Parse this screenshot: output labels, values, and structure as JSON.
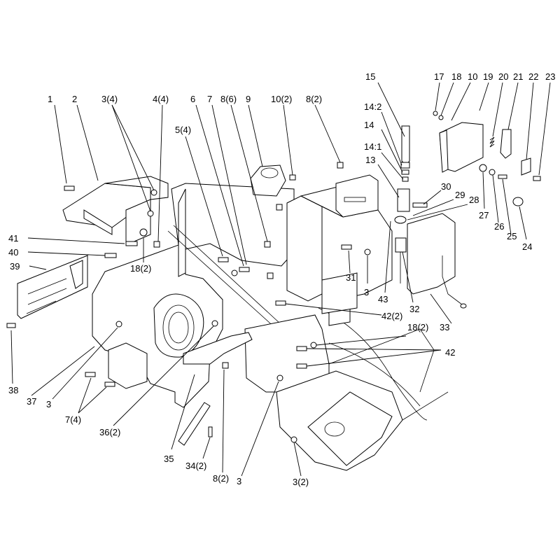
{
  "callouts": [
    {
      "id": "c1",
      "text": "1"
    },
    {
      "id": "c2",
      "text": "2"
    },
    {
      "id": "c3",
      "text": "3(4)"
    },
    {
      "id": "c4",
      "text": "4(4)"
    },
    {
      "id": "c5",
      "text": "5(4)"
    },
    {
      "id": "c6",
      "text": "6"
    },
    {
      "id": "c7",
      "text": "7"
    },
    {
      "id": "c8",
      "text": "8(6)"
    },
    {
      "id": "c9",
      "text": "9"
    },
    {
      "id": "c10",
      "text": "10(2)"
    },
    {
      "id": "c11",
      "text": "8(2)"
    },
    {
      "id": "c12",
      "text": "15"
    },
    {
      "id": "c13",
      "text": "14:2"
    },
    {
      "id": "c14",
      "text": "14"
    },
    {
      "id": "c15",
      "text": "14:1"
    },
    {
      "id": "c16",
      "text": "13"
    },
    {
      "id": "c17",
      "text": "17"
    },
    {
      "id": "c18",
      "text": "18"
    },
    {
      "id": "c19",
      "text": "10"
    },
    {
      "id": "c20",
      "text": "19"
    },
    {
      "id": "c21",
      "text": "20"
    },
    {
      "id": "c22",
      "text": "21"
    },
    {
      "id": "c23",
      "text": "22"
    },
    {
      "id": "c24",
      "text": "23"
    },
    {
      "id": "c25",
      "text": "30"
    },
    {
      "id": "c26",
      "text": "29"
    },
    {
      "id": "c27",
      "text": "28"
    },
    {
      "id": "c28",
      "text": "27"
    },
    {
      "id": "c29",
      "text": "26"
    },
    {
      "id": "c30",
      "text": "25"
    },
    {
      "id": "c31",
      "text": "24"
    },
    {
      "id": "c32",
      "text": "41"
    },
    {
      "id": "c33",
      "text": "40"
    },
    {
      "id": "c34",
      "text": "39"
    },
    {
      "id": "c35",
      "text": "18(2)"
    },
    {
      "id": "c36",
      "text": "31"
    },
    {
      "id": "c37",
      "text": "3"
    },
    {
      "id": "c38",
      "text": "43"
    },
    {
      "id": "c39",
      "text": "32"
    },
    {
      "id": "c40",
      "text": "33"
    },
    {
      "id": "c41",
      "text": "42(2)"
    },
    {
      "id": "c42",
      "text": "18(2)"
    },
    {
      "id": "c43",
      "text": "42"
    },
    {
      "id": "c44",
      "text": "38"
    },
    {
      "id": "c45",
      "text": "37"
    },
    {
      "id": "c46",
      "text": "3"
    },
    {
      "id": "c47",
      "text": "7(4)"
    },
    {
      "id": "c48",
      "text": "36(2)"
    },
    {
      "id": "c49",
      "text": "35"
    },
    {
      "id": "c50",
      "text": "34(2)"
    },
    {
      "id": "c51",
      "text": "8(2)"
    },
    {
      "id": "c52",
      "text": "3"
    },
    {
      "id": "c53",
      "text": "3(2)"
    }
  ]
}
